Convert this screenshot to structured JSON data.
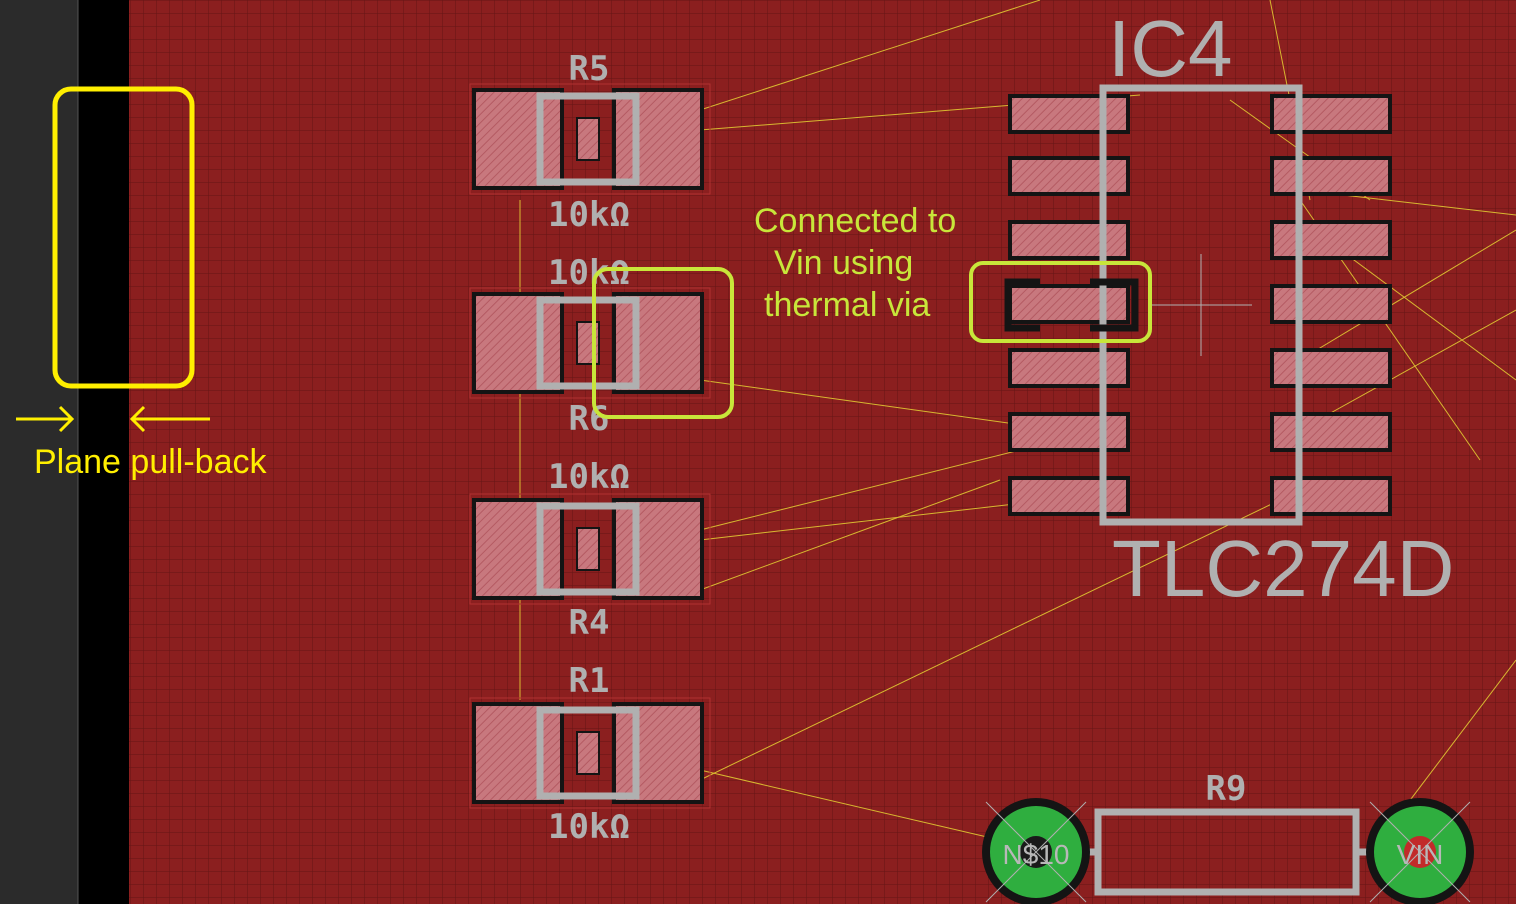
{
  "colors": {
    "plane": "#8b1f1f",
    "grid": "#6a1818",
    "edge": "#2b2b2b",
    "pullback_band": "#000000",
    "pad_fill": "#c8787e",
    "pad_outline": "#141414",
    "silk": "#b0b0b0",
    "airwire": "#d8b830",
    "yellow_annotation": "#ffef00",
    "green_annotation": "#c8e63a",
    "via_ring": "#2fae3f",
    "via_hole": "#1a1a1a"
  },
  "components": {
    "r5": {
      "name": "R5",
      "value": "10kΩ"
    },
    "r6": {
      "name": "R6",
      "value": "10kΩ"
    },
    "r4": {
      "name": "R4",
      "value": "10kΩ"
    },
    "r1": {
      "name": "R1",
      "value": "10kΩ"
    },
    "ic4": {
      "name": "IC4",
      "value": "TLC274D"
    },
    "r9": {
      "name": "R9",
      "pad_left": "N$10",
      "pad_right": "VIN"
    }
  },
  "annotations": {
    "pullback_label": "Plane pull-back",
    "thermal_line1": "Connected to",
    "thermal_line2": "Vin using",
    "thermal_line3": "thermal via"
  },
  "icons": {
    "arrow_right": "arrow-right-icon",
    "arrow_left": "arrow-left-icon",
    "via": "thermal-via-icon"
  }
}
